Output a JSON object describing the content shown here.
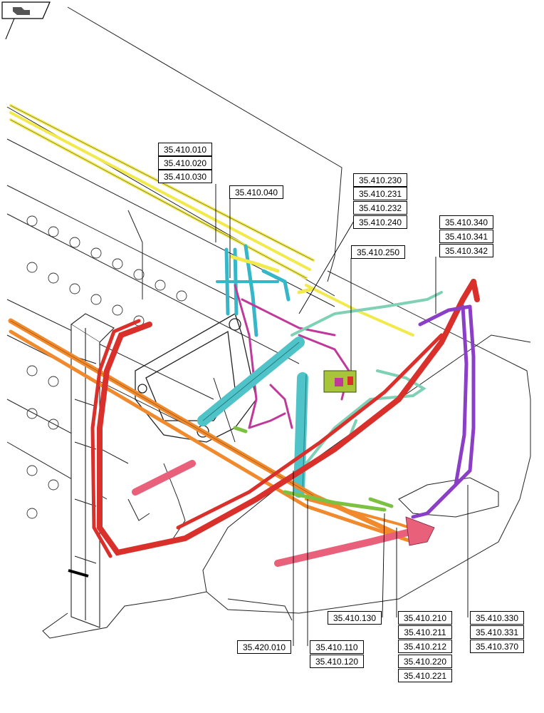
{
  "colors": {
    "yellow": "#f2ea4a",
    "teal": "#4fc3c7",
    "cyan": "#35b6c9",
    "magenta": "#c0399a",
    "red": "#d9302c",
    "orange": "#f08a2c",
    "green": "#7cc142",
    "mint": "#7fd1b6",
    "purple": "#8a3fc6",
    "pink": "#e8607a",
    "olive": "#a7c43b"
  },
  "icons": {
    "view": "engine-view-icon"
  },
  "callouts": {
    "c010": "35.410.010",
    "c020": "35.410.020",
    "c030": "35.410.030",
    "c040": "35.410.040",
    "c230": "35.410.230",
    "c231": "35.410.231",
    "c232": "35.410.232",
    "c240": "35.410.240",
    "c250": "35.410.250",
    "c340": "35.410.340",
    "c341": "35.410.341",
    "c342": "35.410.342",
    "c130": "35.410.130",
    "c210": "35.410.210",
    "c211": "35.410.211",
    "c212": "35.410.212",
    "c220": "35.410.220",
    "c221": "35.410.221",
    "c330": "35.410.330",
    "c331": "35.410.331",
    "c370": "35.410.370",
    "c420": "35.420.010",
    "c110": "35.410.110",
    "c120": "35.410.120"
  }
}
